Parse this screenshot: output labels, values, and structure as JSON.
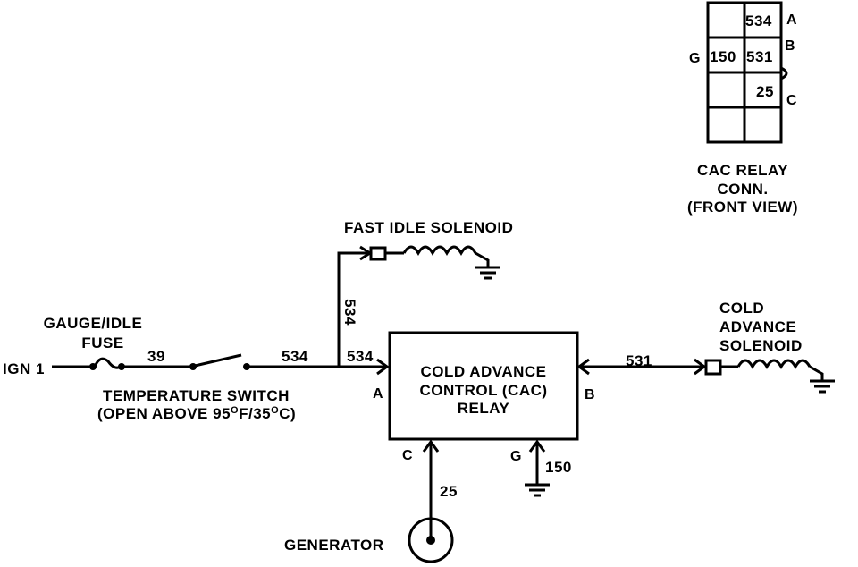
{
  "connector": {
    "cells": {
      "a_wire": "534",
      "b_left_wire": "150",
      "b_right_wire": "531",
      "c_wire": "25"
    },
    "pins": {
      "a": "A",
      "b": "B",
      "c": "C",
      "g": "G"
    },
    "caption": [
      "CAC RELAY",
      "CONN.",
      "(FRONT VIEW)"
    ]
  },
  "labels": {
    "fast_idle_solenoid": "FAST IDLE SOLENOID",
    "gauge_idle_fuse": [
      "GAUGE/IDLE",
      "FUSE"
    ],
    "ign": "IGN 1",
    "wire_39": "39",
    "wire_534_main": "534",
    "wire_534_vertical": "534",
    "wire_534_relay": "534",
    "temperature_switch": "TEMPERATURE SWITCH",
    "temperature_switch_note": "(OPEN ABOVE 95",
    "temp_f_sup": "O",
    "temp_f_unit": "F/35",
    "temp_c_sup": "O",
    "temp_c_unit": "C)",
    "relay": [
      "COLD ADVANCE",
      "CONTROL (CAC)",
      "RELAY"
    ],
    "pin_a": "A",
    "pin_b": "B",
    "pin_c": "C",
    "pin_g": "G",
    "wire_531": "531",
    "cold_advance_solenoid": [
      "COLD",
      "ADVANCE",
      "SOLENOID"
    ],
    "wire_150": "150",
    "wire_25": "25",
    "generator": "GENERATOR"
  }
}
